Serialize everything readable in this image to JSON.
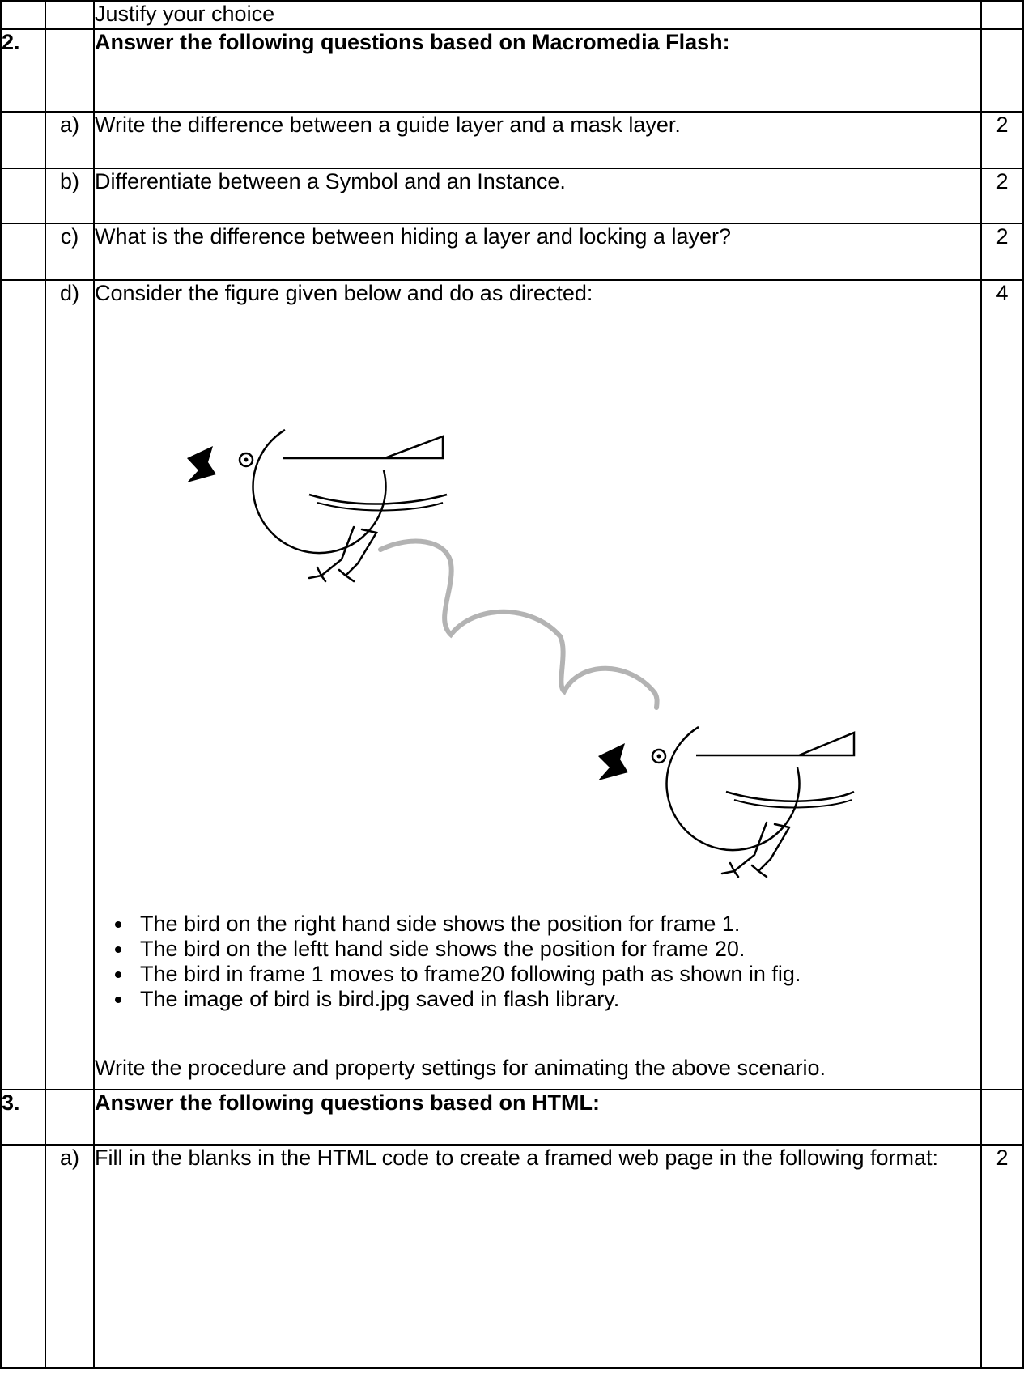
{
  "rows": {
    "justify": "Justify your choice",
    "q2": {
      "num": "2.",
      "title": "Answer the following questions based on Macromedia Flash:"
    },
    "q2a": {
      "sub": "a)",
      "text": "Write the difference between a guide layer and a mask layer.",
      "marks": "2"
    },
    "q2b": {
      "sub": "b)",
      "text": "Differentiate between a Symbol and an Instance.",
      "marks": "2"
    },
    "q2c": {
      "sub": "c)",
      "text": "What is the difference between hiding a layer and locking a layer?",
      "marks": "2"
    },
    "q2d": {
      "sub": "d)",
      "text": "Consider the figure given below and do as directed:",
      "marks": "4",
      "bullets": [
        "The bird on the right hand side shows the position for frame 1.",
        "The bird on the leftt hand side shows the position for frame 20.",
        "The bird in frame 1 moves to frame20 following path as shown in fig.",
        "The image of bird is bird.jpg saved in flash library."
      ],
      "instruction": "Write the procedure and property settings for animating the above scenario."
    },
    "q3": {
      "num": "3.",
      "title": "Answer the following questions based on HTML:"
    },
    "q3a": {
      "sub": "a)",
      "text": "Fill in the blanks in the HTML code to create a framed web page in the following format:",
      "marks": "2"
    }
  },
  "figure": {
    "path_color": "#b3b3b3",
    "ink_color": "#000000"
  }
}
